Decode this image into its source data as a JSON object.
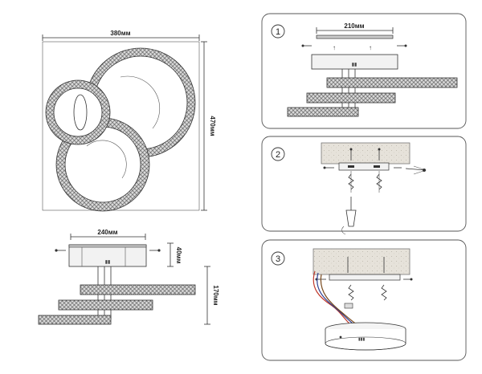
{
  "front_view": {
    "width_label": "380мм",
    "height_label": "470мм"
  },
  "side_view": {
    "width_label": "240мм",
    "plate_height_label": "40мм",
    "total_height_label": "170мм"
  },
  "steps": [
    {
      "number": "1",
      "width_label": "210мм"
    },
    {
      "number": "2"
    },
    {
      "number": "3"
    }
  ]
}
